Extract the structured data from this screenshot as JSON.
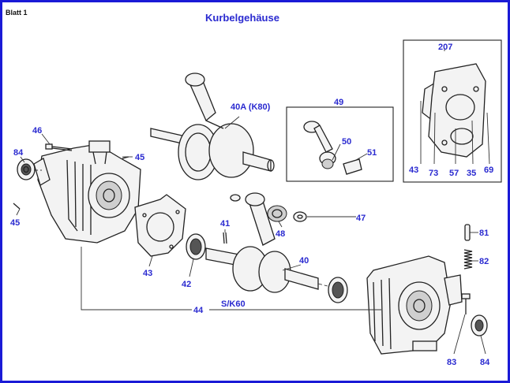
{
  "sheet_label": "Blatt 1",
  "title": "Kurbelgehäuse",
  "callouts": {
    "c46": "46",
    "c84a": "84",
    "c45a": "45",
    "c45b": "45",
    "c43a": "43",
    "c42": "42",
    "c41": "41",
    "c40a": "40A (K80)",
    "c40": "40",
    "c48": "48",
    "c47": "47",
    "c44": "44",
    "c_sk60": "S/K60",
    "c49": "49",
    "c50": "50",
    "c51": "51",
    "c207": "207",
    "c43b": "43",
    "c73": "73",
    "c57": "57",
    "c35": "35",
    "c69": "69",
    "c81": "81",
    "c82": "82",
    "c83": "83",
    "c84b": "84"
  }
}
